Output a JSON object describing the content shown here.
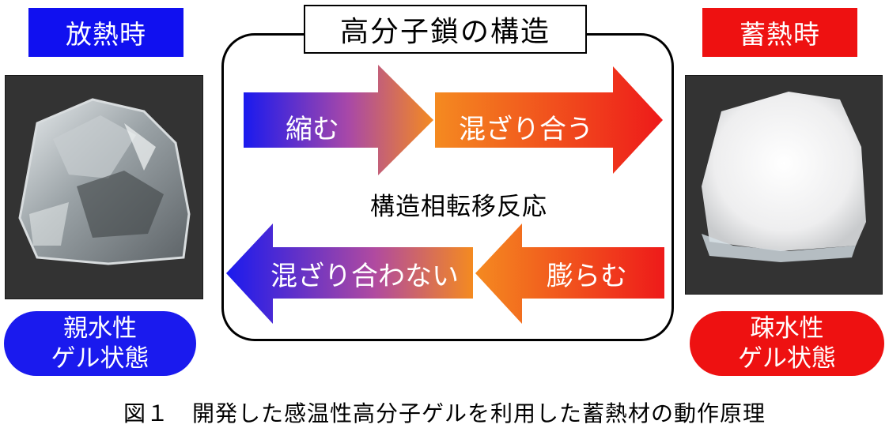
{
  "left_state": {
    "label": "放熱時",
    "pill_line1": "親水性",
    "pill_line2": "ゲル状態",
    "color": "#1010f0"
  },
  "right_state": {
    "label": "蓄熱時",
    "pill_line1": "疎水性",
    "pill_line2": "ゲル状態",
    "color": "#ee1111"
  },
  "center": {
    "title": "高分子鎖の構造",
    "caption": "構造相転移反応",
    "arrows": {
      "shrink": "縮む",
      "mix": "混ざり合う",
      "no_mix": "混ざり合わない",
      "swell": "膨らむ"
    }
  },
  "figure_caption": "図１　開発した感温性高分子ゲルを利用した蓄熱材の動作原理",
  "colors": {
    "blue": "#1a1aee",
    "orange": "#f08020",
    "red": "#ee1111",
    "photo_bg": "#333333"
  }
}
